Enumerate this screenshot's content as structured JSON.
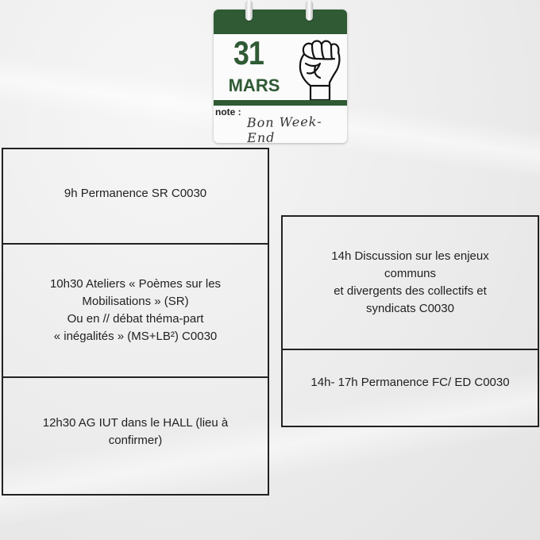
{
  "calendar": {
    "day": "31",
    "month": "MARS",
    "note_label": "note :",
    "note_text": "Bon Week-End",
    "icon": "raised-fist-icon",
    "accent_color": "#2f5a34"
  },
  "schedule": {
    "left": [
      {
        "text": "9h Permanence SR C0030"
      },
      {
        "text": "10h30 Ateliers « Poèmes sur les\nMobilisations » (SR)\nOu en // débat théma-part\n« inégalités » (MS+LB²) C0030"
      },
      {
        "text": "12h30 AG IUT dans le HALL (lieu à\nconfirmer)"
      }
    ],
    "right": [
      {
        "text": "14h Discussion sur les enjeux\ncommuns\net divergents des collectifs et\nsyndicats C0030"
      },
      {
        "text": "14h- 17h Permanence FC/ ED C0030"
      }
    ]
  }
}
